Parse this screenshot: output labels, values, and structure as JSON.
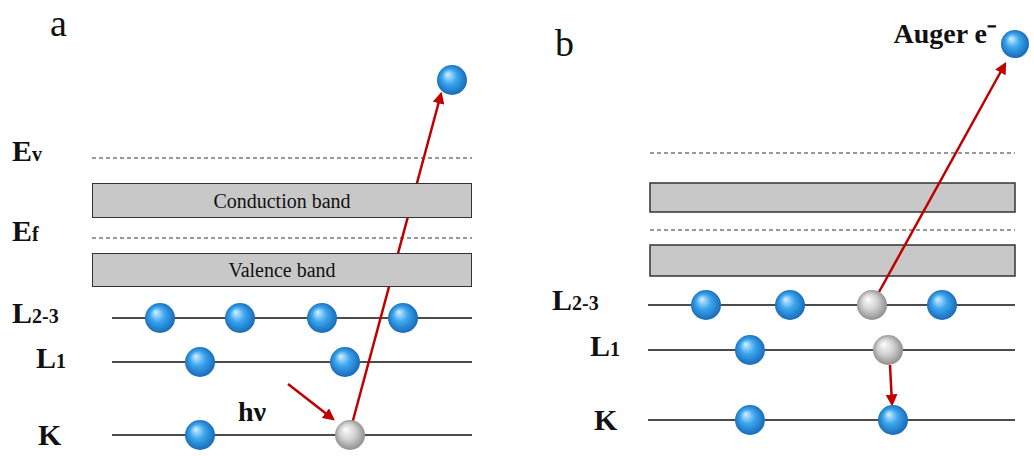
{
  "diagram": {
    "nodes": [
      {
        "text": [
          "Conduction band"
        ]
      },
      {
        "text": [
          "Valence band"
        ]
      }
    ],
    "labels": [
      "a",
      "Ev",
      "Ef",
      "L2-3",
      "L1",
      "K",
      "hν",
      "b",
      "Auger e⁻",
      "L2-3",
      "L1",
      "K"
    ]
  }
}
